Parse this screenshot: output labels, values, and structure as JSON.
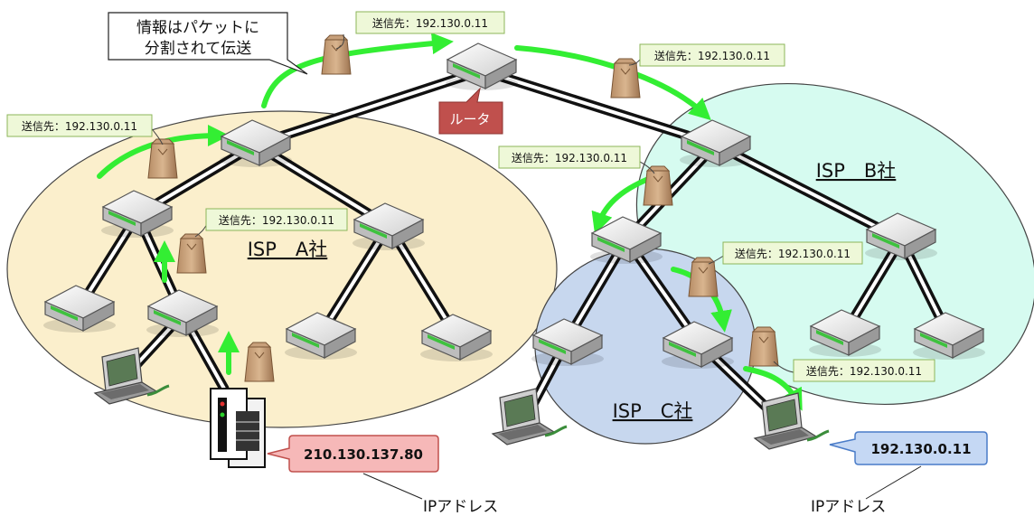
{
  "callout_text": [
    "情報はパケットに",
    "分割されて伝送"
  ],
  "router_label": "ルータ",
  "isp": {
    "a": "ISP　A社",
    "b": "ISP　B社",
    "c": "ISP　C社"
  },
  "packet_tag": "送信先：192.130.0.11",
  "source_ip": "210.130.137.80",
  "dest_ip": "192.130.0.11",
  "ip_label": "IPアドレス",
  "colors": {
    "isp_a": "#fbefcc",
    "isp_b": "#d6fbf0",
    "isp_c": "#c7d7ee",
    "arrow": "#33ee33",
    "router_label_bg": "#c0504d",
    "source_ip_bg": "#f6b8b8",
    "dest_ip_bg": "#c5d8f4",
    "tag_bg": "#eef8d8"
  }
}
